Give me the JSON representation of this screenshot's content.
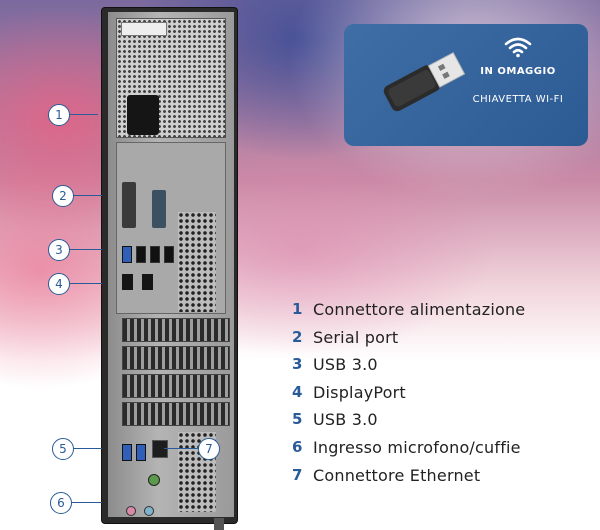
{
  "callouts": [
    "1",
    "2",
    "3",
    "4",
    "5",
    "6",
    "7"
  ],
  "gift_box": {
    "title": "IN OMAGGIO",
    "subtitle": "CHIAVETTA WI-FI",
    "icon": "wifi-icon",
    "background": "#3f6ea6"
  },
  "legend": [
    {
      "num": "1",
      "label": "Connettore alimentazione"
    },
    {
      "num": "2",
      "label": "Serial port"
    },
    {
      "num": "3",
      "label": "USB 3.0"
    },
    {
      "num": "4",
      "label": "DisplayPort"
    },
    {
      "num": "5",
      "label": "USB 3.0"
    },
    {
      "num": "6",
      "label": "Ingresso microfono/cuffie"
    },
    {
      "num": "7",
      "label": "Connettore Ethernet"
    }
  ],
  "colors": {
    "accent": "#2a5b99",
    "text": "#222222"
  }
}
